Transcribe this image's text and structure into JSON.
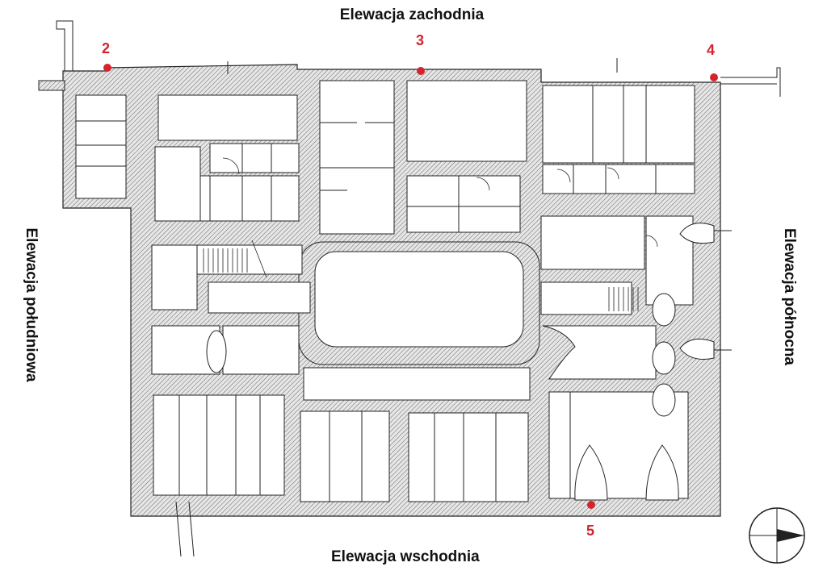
{
  "labels": {
    "west": "Elewacja zachodnia",
    "east": "Elewacja wschodnia",
    "south": "Elewacja południowa",
    "north": "Elewacja północna"
  },
  "points": [
    {
      "id": "2",
      "label": "2"
    },
    {
      "id": "3",
      "label": "3"
    },
    {
      "id": "4",
      "label": "4"
    },
    {
      "id": "5",
      "label": "5"
    }
  ],
  "colors": {
    "wall_hatch": "#555555",
    "wall_fill": "#e6e6e6",
    "marker": "#d4232d",
    "line": "#222222"
  },
  "icons": {
    "compass": "north-arrow-icon"
  }
}
